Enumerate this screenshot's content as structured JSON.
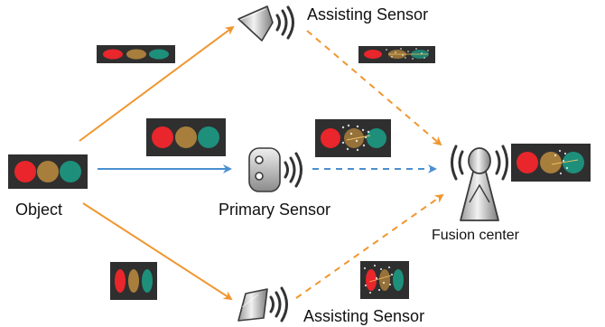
{
  "labels": {
    "object": "Object",
    "primary_sensor": "Primary Sensor",
    "assisting_sensor_top": "Assisting Sensor",
    "assisting_sensor_bottom": "Assisting Sensor",
    "fusion_center": "Fusion center"
  },
  "colors": {
    "red": "#e8262b",
    "amber": "#a87e3c",
    "teal": "#1e8f7b",
    "panel": "#2f2f2f",
    "orange_arrow": "#f0962f",
    "blue_arrow": "#4a8fd0"
  },
  "icons": [
    "traffic-light-panel",
    "sensor-icon",
    "radio-waves-icon",
    "antenna-tower-icon"
  ]
}
